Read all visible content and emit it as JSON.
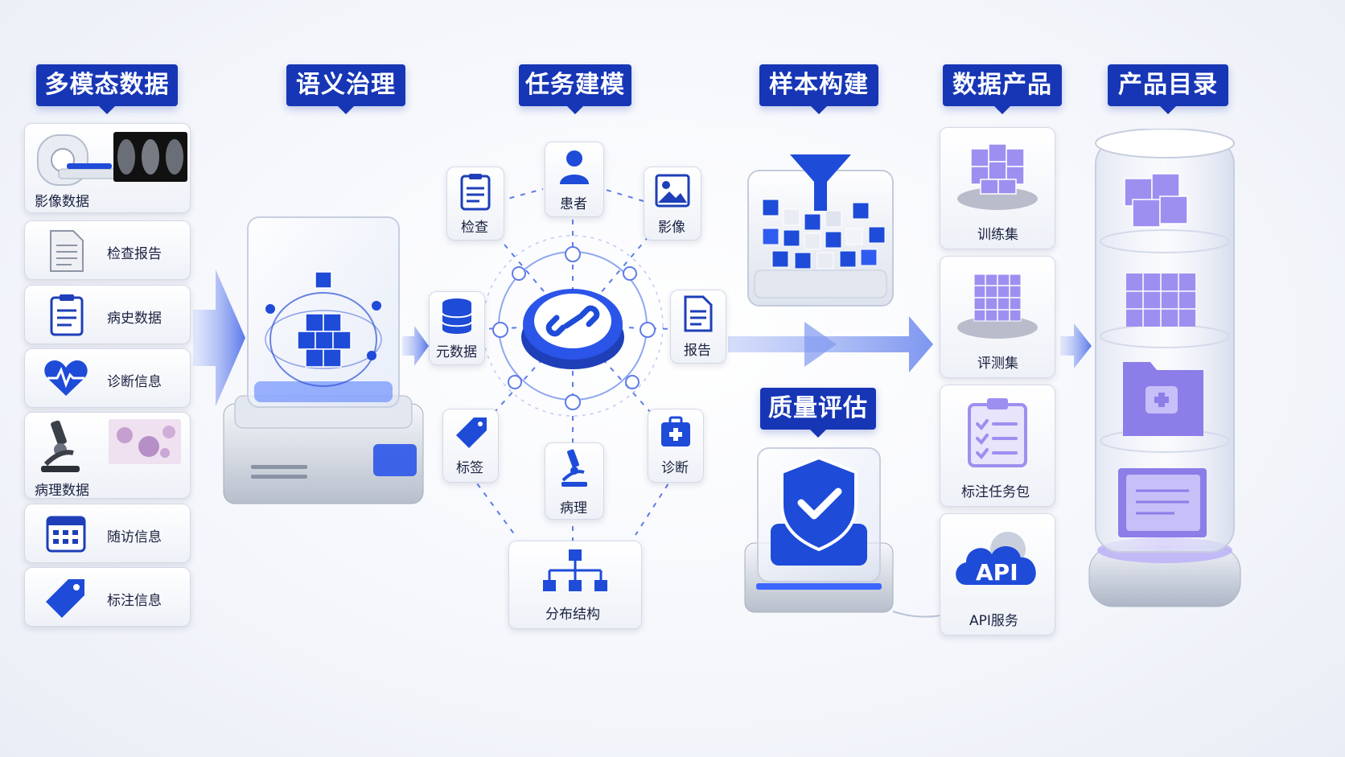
{
  "stages": {
    "s1": "多模态数据",
    "s2": "语义治理",
    "s3": "任务建模",
    "s4": "样本构建",
    "s5": "数据产品",
    "s6": "产品目录",
    "quality": "质量评估"
  },
  "inputs": [
    {
      "label": "影像数据",
      "icon": "ct-scanner-icon"
    },
    {
      "label": "检查报告",
      "icon": "document-icon"
    },
    {
      "label": "病史数据",
      "icon": "clipboard-icon"
    },
    {
      "label": "诊断信息",
      "icon": "heart-pulse-icon"
    },
    {
      "label": "病理数据",
      "icon": "microscope-icon"
    },
    {
      "label": "随访信息",
      "icon": "calendar-icon"
    },
    {
      "label": "标注信息",
      "icon": "tag-icon"
    }
  ],
  "task_nodes": {
    "exam": "检查",
    "patient": "患者",
    "image": "影像",
    "metadata": "元数据",
    "report": "报告",
    "tag": "标签",
    "pathology": "病理",
    "diagnosis": "诊断",
    "distribution": "分布结构"
  },
  "products": [
    {
      "label": "训练集",
      "icon": "cube-cluster-icon"
    },
    {
      "label": "评测集",
      "icon": "cube-grid-icon"
    },
    {
      "label": "标注任务包",
      "icon": "checklist-icon"
    },
    {
      "label": "API服务",
      "icon": "api-cloud-icon",
      "badge": "API"
    }
  ],
  "colors": {
    "primary": "#1736b5",
    "accent": "#2b52e0",
    "purple": "#8b7ee8"
  }
}
